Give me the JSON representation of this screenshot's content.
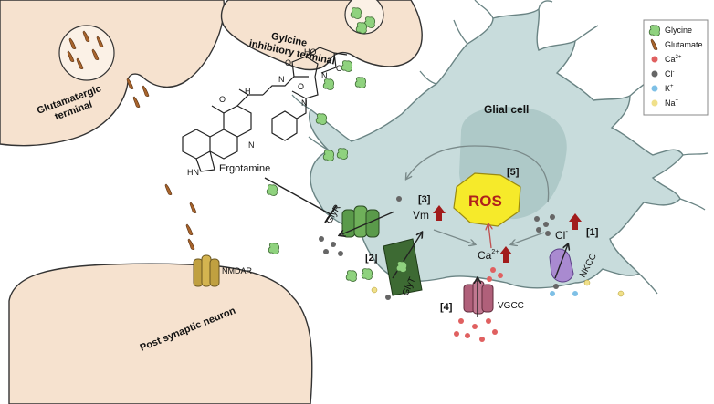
{
  "labels": {
    "glutamatergic_terminal": [
      "Glutamatergic",
      "terminal"
    ],
    "glycine_terminal": [
      "Gylcine",
      "inhibitory terminal"
    ],
    "ergotamine": "Ergotamine",
    "glial_cell": "Glial cell",
    "post_synaptic": "Post synaptic neuron",
    "nmdar": "NMDAR",
    "glyr": "GlyR",
    "glyt": "GlyT",
    "vgcc": "VGCC",
    "nkcc": "NKCC",
    "ros": "ROS",
    "vm": "Vm",
    "ca": "Ca",
    "ca_sup": "2+",
    "cl": "Cl",
    "cl_sup": "-",
    "n1": "[1]",
    "n2": "[2]",
    "n3": "[3]",
    "n4": "[4]",
    "n5": "[5]",
    "hn": "HN",
    "h": "H",
    "n": "N",
    "o": "O",
    "ho": "HO"
  },
  "legend": {
    "items": [
      {
        "label": "Glycine",
        "shape": "glycine",
        "color": "#8fd27e"
      },
      {
        "label": "Glutamate",
        "shape": "glutamate",
        "color": "#a8642c"
      },
      {
        "label": "Ca",
        "sup": "2+",
        "shape": "dot",
        "color": "#e06060"
      },
      {
        "label": "Cl",
        "sup": "-",
        "shape": "dot",
        "color": "#666666"
      },
      {
        "label": "K",
        "sup": "+",
        "shape": "dot",
        "color": "#7ec0e6"
      },
      {
        "label": "Na",
        "sup": "+",
        "shape": "dot",
        "color": "#f0e08a"
      }
    ]
  },
  "colors": {
    "terminal_fill": "#f6e2cf",
    "glial_fill": "#c8dcdc",
    "nucleus_fill": "#a9c6c4",
    "glycine": "#8fd27e",
    "glutamate": "#a8642c",
    "ros_fill": "#f6ea2a",
    "ros_text": "#b0211c",
    "up_arrow": "#a11b1b",
    "glyr": "#5a9a4a",
    "glyt": "#3d6a33",
    "vgcc": "#b0607a",
    "nkcc": "#a98ad0",
    "nmdar": "#c0a040"
  }
}
